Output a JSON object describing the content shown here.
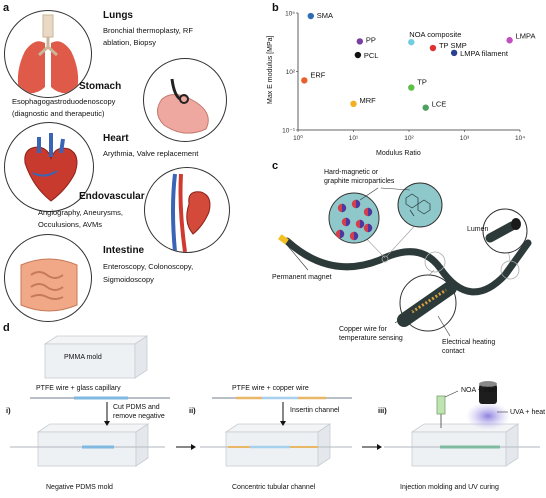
{
  "panel_a": {
    "letter": "a",
    "organs": [
      {
        "title": "Lungs",
        "desc1": "Bronchial thermoplasty, RF",
        "desc2": "ablation, Biopsy",
        "desc3": ""
      },
      {
        "title": "Stomach",
        "desc1": "Esophagogastroduodenoscopy",
        "desc2": "(diagnostic and therapeutic)",
        "desc3": ""
      },
      {
        "title": "Heart",
        "desc1": "Arythmia, Valve replacement",
        "desc2": "",
        "desc3": ""
      },
      {
        "title": "Endovascular",
        "desc1": "Angiography,  Aneurysms,",
        "desc2": "Occulusions,    AVMs",
        "desc3": ""
      },
      {
        "title": "Intestine",
        "desc1": "Enteroscopy, Colonoscopy,",
        "desc2": "Sigmoidoscopy",
        "desc3": ""
      }
    ]
  },
  "panel_b": {
    "letter": "b",
    "chart_data": {
      "type": "scatter",
      "xlabel": "Modulus Ratio",
      "ylabel": "Max E modulus [MPa]",
      "xscale": "log",
      "yscale": "log",
      "xlim": [
        1,
        10000
      ],
      "ylim": [
        0.1,
        100000
      ],
      "x_ticks": [
        "10⁰",
        "10¹",
        "10²",
        "10³",
        "10⁴"
      ],
      "y_ticks": [
        "10⁻¹",
        "10²",
        "10⁵"
      ],
      "points": [
        {
          "label": "SMA",
          "x": 1.7,
          "y": 70000,
          "color": "#2d6db5"
        },
        {
          "label": "PP",
          "x": 13,
          "y": 3500,
          "color": "#7a3fa0"
        },
        {
          "label": "PCL",
          "x": 12,
          "y": 700,
          "color": "#111111"
        },
        {
          "label": "NOA composite",
          "x": 110,
          "y": 3200,
          "color": "#6fcfe0"
        },
        {
          "label": "TP SMP",
          "x": 270,
          "y": 1600,
          "color": "#e03030"
        },
        {
          "label": "LMPA filament",
          "x": 650,
          "y": 900,
          "color": "#2a3f8f"
        },
        {
          "label": "LMPA",
          "x": 6500,
          "y": 4000,
          "color": "#c04fc0"
        },
        {
          "label": "ERF",
          "x": 1.3,
          "y": 35,
          "color": "#e8602c"
        },
        {
          "label": "MRF",
          "x": 10,
          "y": 2.2,
          "color": "#f0b020"
        },
        {
          "label": "TP",
          "x": 110,
          "y": 15,
          "color": "#5ec04a"
        },
        {
          "label": "LCE",
          "x": 200,
          "y": 1.4,
          "color": "#4fa060"
        }
      ]
    }
  },
  "panel_c": {
    "letter": "c",
    "label_particles": "Hard-magnetic or\ngraphite microparticles",
    "label_lumen": "Lumen",
    "label_magnet": "Permanent magnet",
    "label_copper": "Copper wire for\ntemperature sensing",
    "label_heating": "Electrical heating\ncontact"
  },
  "panel_d": {
    "letter": "d",
    "pmma_mold": "PMMA mold",
    "ptfe_glass": "PTFE wire + glass capillary",
    "ptfe_copper": "PTFE wire + copper wire",
    "step_i": "i)",
    "step_ii": "ii)",
    "step_iii": "iii)",
    "cut_pdms": "Cut PDMS and\nremove negative",
    "insert_channel": "Insertin channel",
    "noa_filler": "NOA + filler",
    "uva_heat": "UVA + heat",
    "neg_mold": "Negative PDMS mold",
    "concentric": "Concentric tubular channel",
    "injection": "Injection molding and UV curing"
  }
}
